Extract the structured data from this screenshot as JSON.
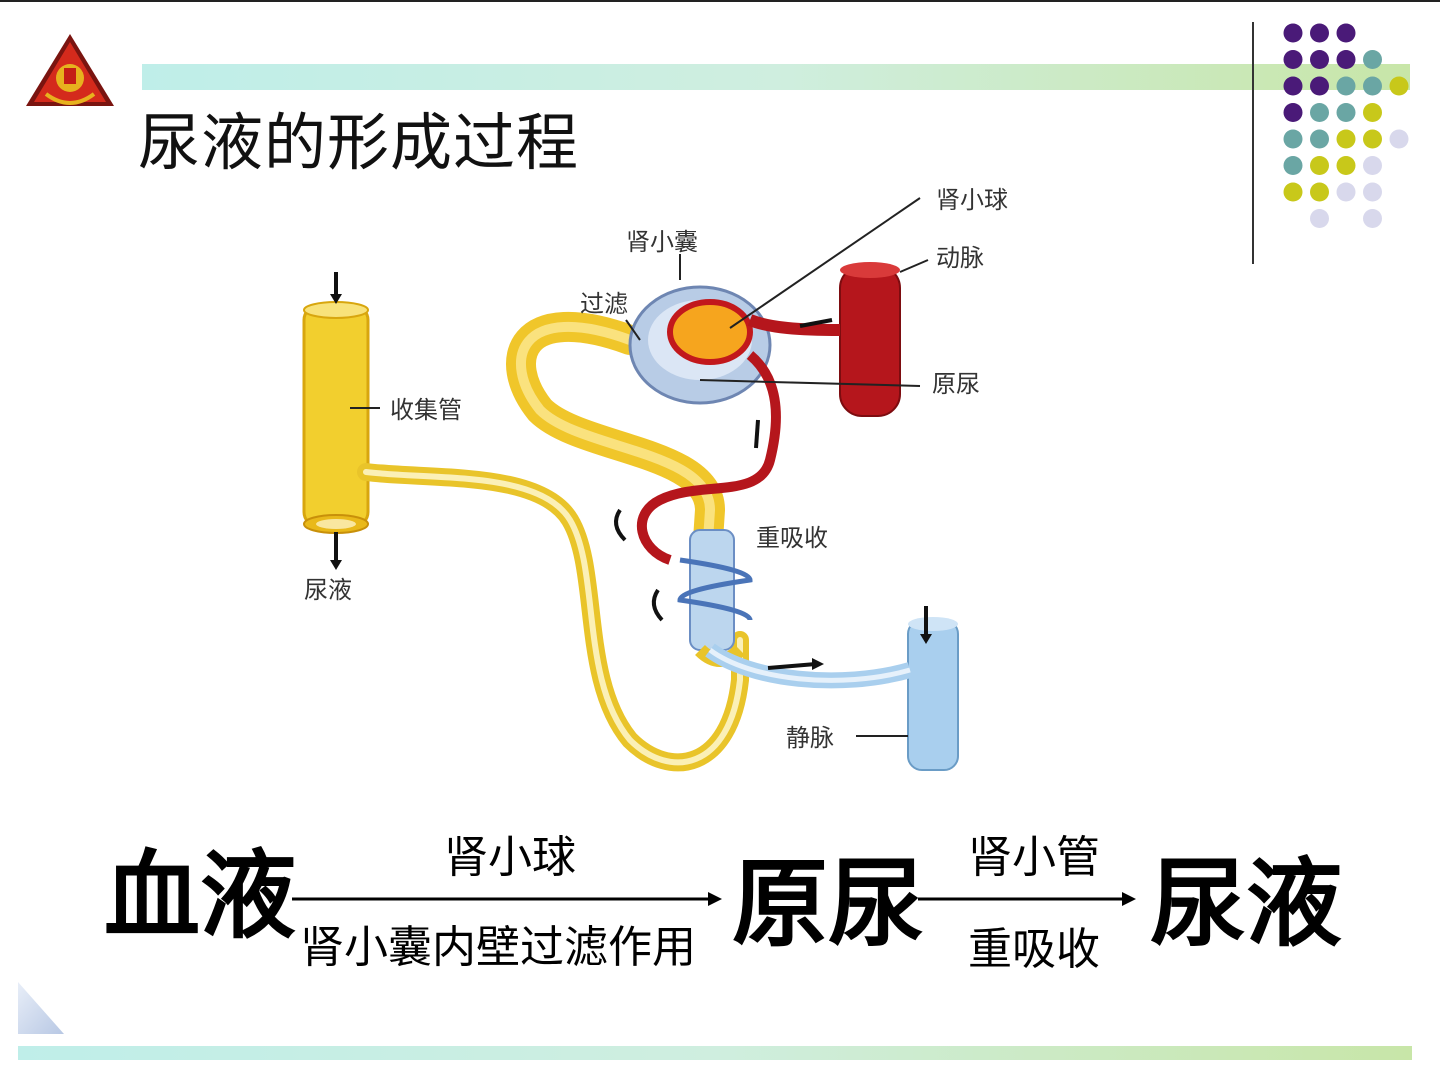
{
  "slide": {
    "title": "尿液的形成过程"
  },
  "diagram_labels": {
    "glomerulus": "肾小球",
    "capsule": "肾小囊",
    "artery": "动脉",
    "filtration": "过滤",
    "primary_urine": "原尿",
    "collecting_duct": "收集管",
    "reabsorption": "重吸收",
    "urine": "尿液",
    "vein": "静脉"
  },
  "flow": {
    "blood": "血液",
    "step1_top": "肾小球",
    "step1_bottom": "肾小囊内壁过滤作用",
    "primary_urine": "原尿",
    "step2_top": "肾小管",
    "step2_bottom": "重吸收",
    "urine": "尿液"
  },
  "colors": {
    "purple": "#4a1a78",
    "teal": "#6aa6a4",
    "yellow_green": "#c8c81a",
    "lavender": "#d8d8ec",
    "tubule_yellow": "#f4d13a",
    "artery_red": "#b3161c",
    "vein_blue": "#a9cfee"
  },
  "icons": {
    "logo": "school-emblem-icon",
    "corner": "triangle-decoration-icon"
  }
}
